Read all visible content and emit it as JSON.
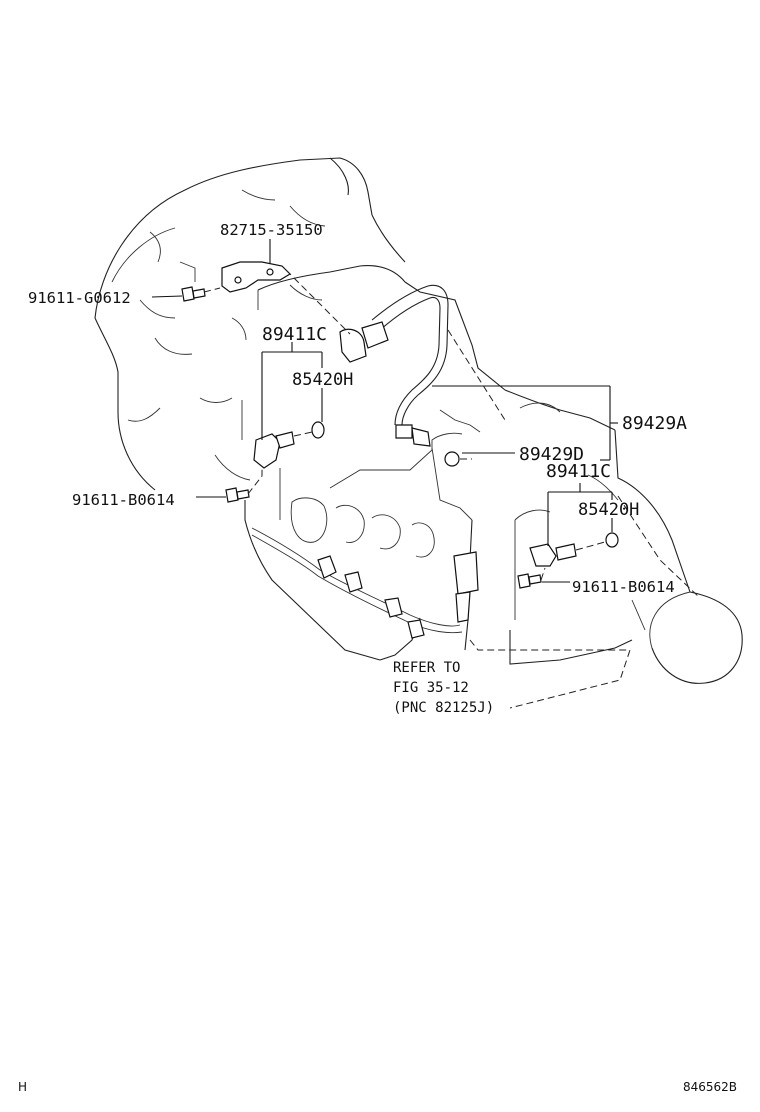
{
  "parts": {
    "p82715": "82715-35150",
    "p91611_g0612": "91611-G0612",
    "p89411c_left": "89411C",
    "p85420h_left": "85420H",
    "p91611_b0614_left": "91611-B0614",
    "p89429a": "89429A",
    "p89429d": "89429D",
    "p89411c_right": "89411C",
    "p85420h_right": "85420H",
    "p91611_b0614_right": "91611-B0614"
  },
  "reference": {
    "line1": "REFER TO",
    "line2": "FIG 35-12",
    "line3": "(PNC 82125J)"
  },
  "footer": {
    "corner_left": "H",
    "figure_code": "846562B"
  }
}
